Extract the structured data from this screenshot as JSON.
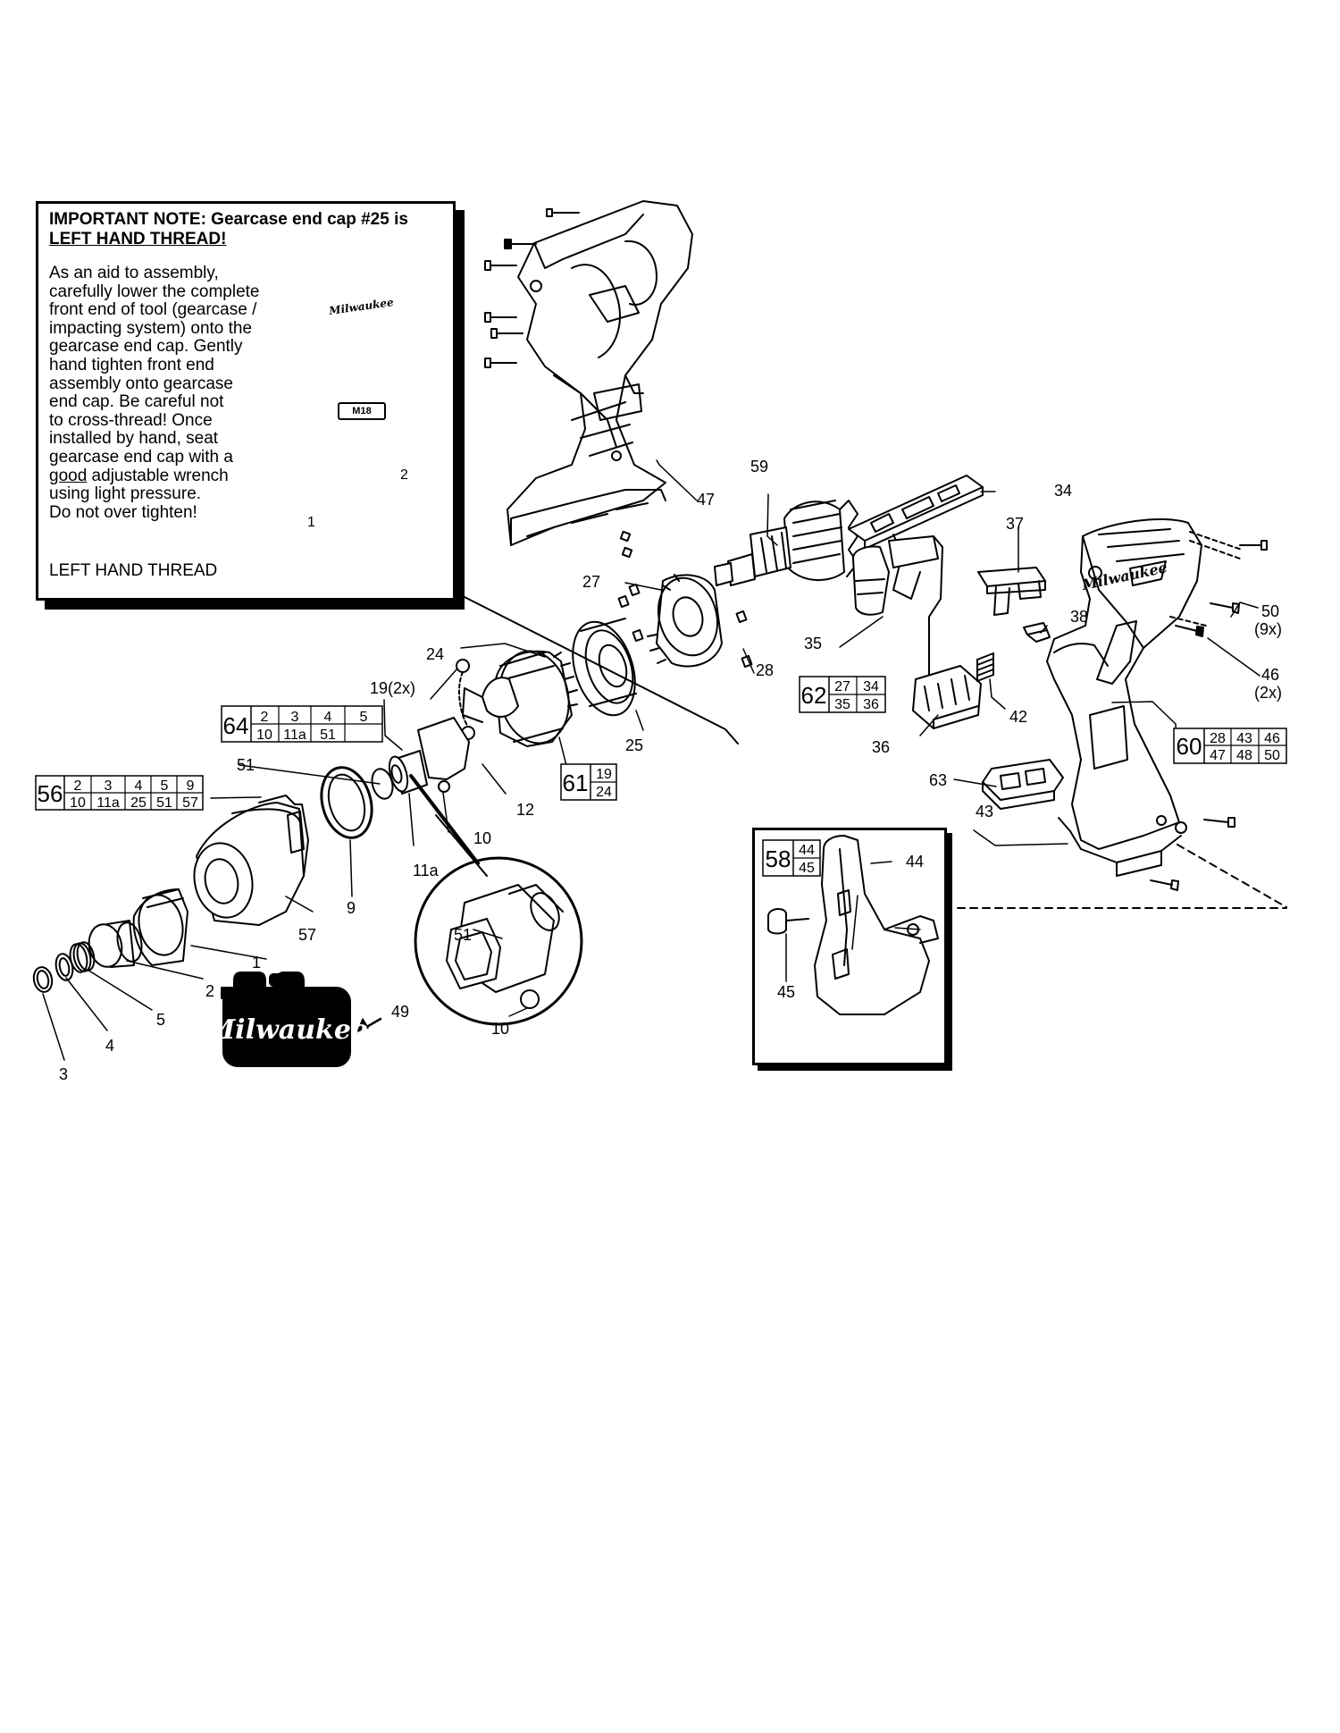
{
  "note": {
    "title_line1": "IMPORTANT NOTE: Gearcase end cap #25 is",
    "title_line2": "LEFT HAND THREAD!",
    "body_lines": [
      "As an aid to assembly,",
      "carefully lower the complete",
      "front end of tool (gearcase /",
      "impacting system) onto the",
      "gearcase end cap. Gently",
      "hand tighten front end",
      "assembly onto gearcase",
      "end cap. Be careful not",
      "to cross-thread! Once",
      "installed by hand, seat",
      "gearcase end cap with a",
      "good adjustable wrench",
      "using light pressure.",
      "Do not over tighten!"
    ],
    "underlined_word": "good",
    "left_hand_thread_label": "LEFT HAND THREAD",
    "step_1": "1",
    "step_2": "2",
    "gearcase_badge": "M18",
    "brand_logo": "Milwaukee"
  },
  "callouts": [
    {
      "id": "c47",
      "text": "47"
    },
    {
      "id": "c59",
      "text": "59"
    },
    {
      "id": "c34",
      "text": "34"
    },
    {
      "id": "c37",
      "text": "37"
    },
    {
      "id": "c27",
      "text": "27"
    },
    {
      "id": "c35",
      "text": "35"
    },
    {
      "id": "c38",
      "text": "38"
    },
    {
      "id": "c50",
      "text": "50"
    },
    {
      "id": "c50q",
      "text": "(9x)"
    },
    {
      "id": "c24",
      "text": "24"
    },
    {
      "id": "c28",
      "text": "28"
    },
    {
      "id": "c46",
      "text": "46"
    },
    {
      "id": "c46q",
      "text": "(2x)"
    },
    {
      "id": "c19",
      "text": "19(2x)"
    },
    {
      "id": "c42",
      "text": "42"
    },
    {
      "id": "c36",
      "text": "36"
    },
    {
      "id": "c25",
      "text": "25"
    },
    {
      "id": "c51a",
      "text": "51"
    },
    {
      "id": "c12",
      "text": "12"
    },
    {
      "id": "c63",
      "text": "63"
    },
    {
      "id": "c43",
      "text": "43"
    },
    {
      "id": "c10a",
      "text": "10"
    },
    {
      "id": "c11a",
      "text": "11a"
    },
    {
      "id": "c44",
      "text": "44"
    },
    {
      "id": "c9",
      "text": "9"
    },
    {
      "id": "c57",
      "text": "57"
    },
    {
      "id": "c51b",
      "text": "51"
    },
    {
      "id": "c1",
      "text": "1"
    },
    {
      "id": "c2",
      "text": "2"
    },
    {
      "id": "c45",
      "text": "45"
    },
    {
      "id": "c5",
      "text": "5"
    },
    {
      "id": "c49",
      "text": "49"
    },
    {
      "id": "c10b",
      "text": "10"
    },
    {
      "id": "c4",
      "text": "4"
    },
    {
      "id": "c3",
      "text": "3"
    }
  ],
  "kits": {
    "k64": {
      "number": "64",
      "rows": [
        [
          "2",
          "3",
          "4",
          "5"
        ],
        [
          "10",
          "11a",
          "51",
          ""
        ]
      ]
    },
    "k56": {
      "number": "56",
      "rows": [
        [
          "2",
          "3",
          "4",
          "5",
          "9"
        ],
        [
          "10",
          "11a",
          "25",
          "51",
          "57"
        ]
      ]
    },
    "k61": {
      "number": "61",
      "rows": [
        [
          "19"
        ],
        [
          "24"
        ]
      ]
    },
    "k62": {
      "number": "62",
      "rows": [
        [
          "27",
          "34"
        ],
        [
          "35",
          "36"
        ]
      ]
    },
    "k60": {
      "number": "60",
      "rows": [
        [
          "28",
          "43",
          "46"
        ],
        [
          "47",
          "48",
          "50"
        ]
      ]
    },
    "k58": {
      "number": "58",
      "rows": [
        [
          "44"
        ],
        [
          "45"
        ]
      ]
    }
  },
  "case_logo": "Milwaukee",
  "housing_logo": "Milwaukee"
}
